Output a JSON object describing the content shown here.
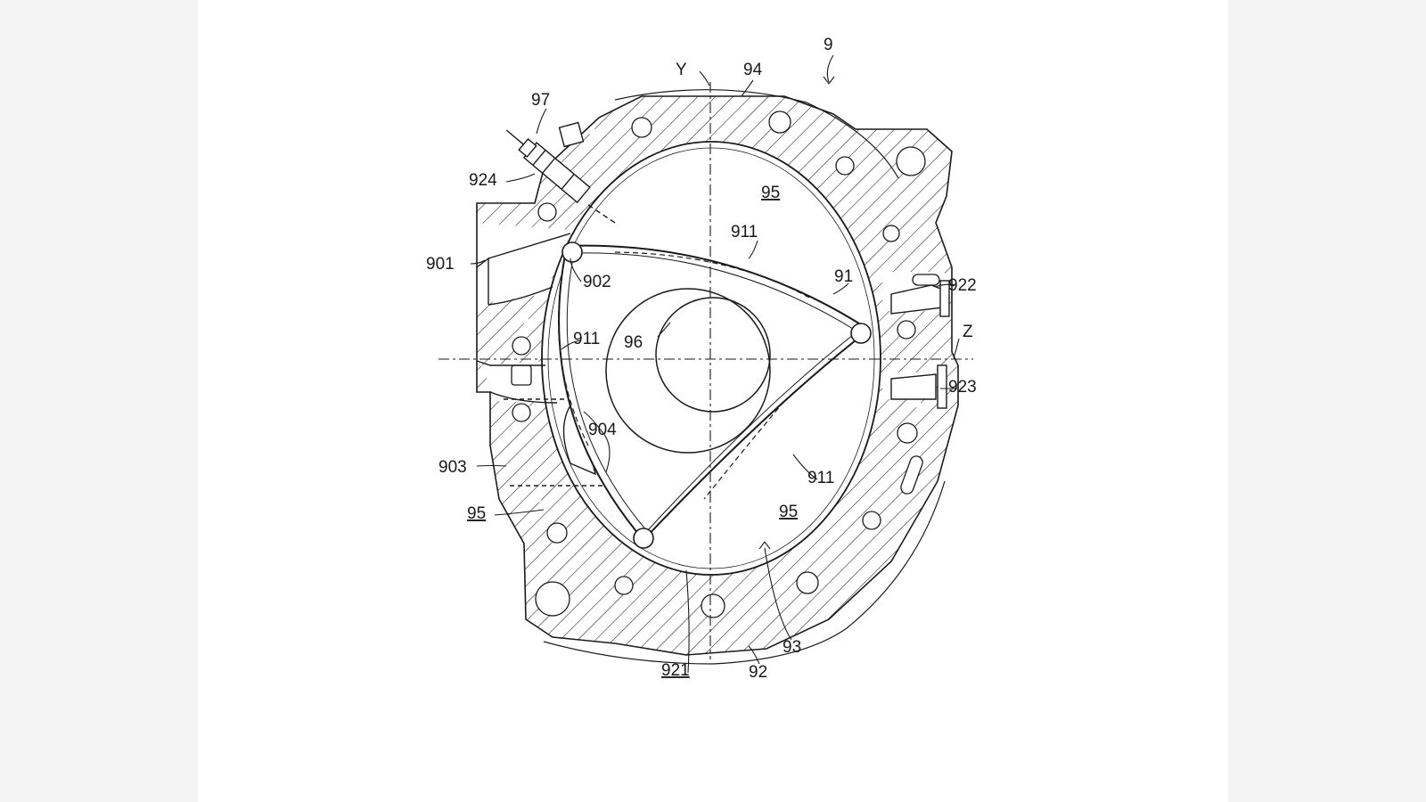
{
  "diagram": {
    "labels": {
      "l9": "9",
      "lY": "Y",
      "l94": "94",
      "l97": "97",
      "l924": "924",
      "l95_top": "95",
      "l911_top": "911",
      "l901": "901",
      "l902": "902",
      "l91": "91",
      "l922": "922",
      "lZ": "Z",
      "l911_left": "911",
      "l96": "96",
      "l923": "923",
      "l904": "904",
      "l903": "903",
      "l911_bottom": "911",
      "l95_left": "95",
      "l95_bottom": "95",
      "l93": "93",
      "l921": "921",
      "l92": "92"
    },
    "colors": {
      "line": "#1a1a1a",
      "background": "#ffffff",
      "margin": "#f4f4f4"
    }
  }
}
